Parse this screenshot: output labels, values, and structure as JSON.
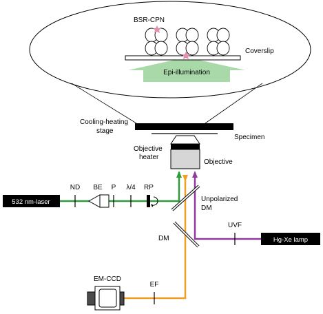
{
  "labels": {
    "bsr_cpn": "BSR-CPN",
    "coverslip": "Coverslip",
    "epi": "Epi-illumination",
    "stage_line1": "Cooling-heating",
    "stage_line2": "stage",
    "specimen": "Specimen",
    "obj_heater_line1": "Objective",
    "obj_heater_line2": "heater",
    "objective": "Objective",
    "laser": "532 nm-laser",
    "nd": "ND",
    "be": "BE",
    "p": "P",
    "qwp": "λ/4",
    "rp": "RP",
    "unpol_line1": "Unpolarized",
    "unpol_line2": "DM",
    "dm": "DM",
    "uvf": "UVF",
    "lamp": "Hg-Xe lamp",
    "emccd": "EM-CCD",
    "ef": "EF"
  },
  "colors": {
    "laser_path": "#2a9d3a",
    "emission_path": "#f0a020",
    "lamp_path": "#8e3b9b",
    "epi_arrow": "#a9d9a9",
    "marker": "#e58fb0"
  }
}
